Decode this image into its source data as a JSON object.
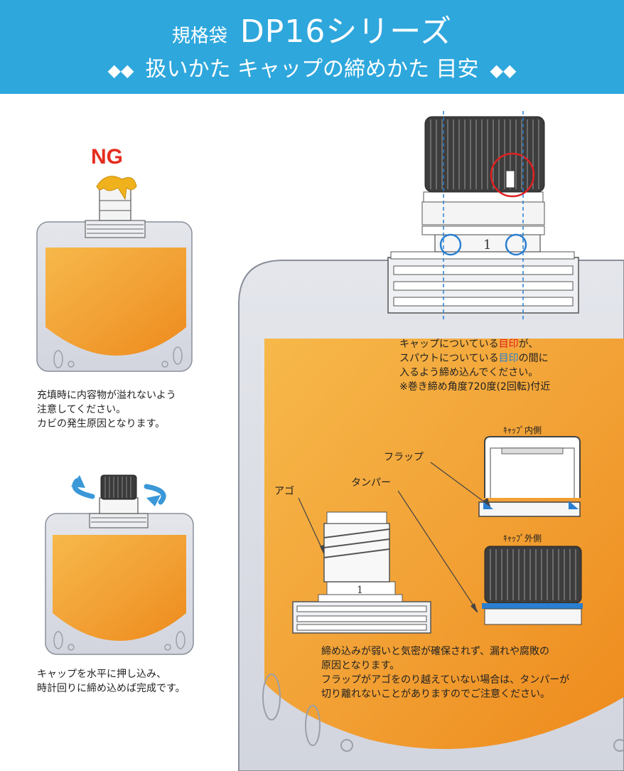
{
  "header": {
    "title_prefix": "規格袋",
    "title_main": "DP16シリーズ",
    "subtitle_diamonds_left": "◆◆",
    "subtitle": "扱いかた キャップの締めかた 目安",
    "subtitle_diamonds_right": "◆◆"
  },
  "colors": {
    "header_blue": "#2ea7dc",
    "pouch_orange": "#f4a030",
    "ng_red": "#e52d1f",
    "mark_red": "#e02020",
    "mark_blue": "#2a7fd0"
  },
  "left": {
    "ng_label": "NG",
    "note1": "充填時に内容物が溢れないよう\n注意してください。\nカビの発生原因となります。",
    "note2": "キャップを水平に押し込み、\n時計回りに締め込めば完成です。"
  },
  "right": {
    "spout_number": "1",
    "instr_line1_pre": "キャップについている",
    "instr_line1_mark": "目印",
    "instr_line1_post": "が、",
    "instr_line2_pre": "スパウトについている",
    "instr_line2_mark": "目印",
    "instr_line2_post": "の間に",
    "instr_line3": "入るよう締め込んでください。",
    "instr_line4": "※巻き締め角度720度(2回転)付近",
    "label_inner": "ｷｬｯﾌﾟ内側",
    "label_outer": "ｷｬｯﾌﾟ外側",
    "label_flap": "フラップ",
    "label_tamper": "タンパー",
    "label_ago": "アゴ",
    "warning": "締め込みが弱いと気密が確保されず、漏れや腐敗の\n原因となります。\nフラップがアゴをのり越えていない場合は、タンパーが\n切り離れないことがありますのでご注意ください。"
  }
}
